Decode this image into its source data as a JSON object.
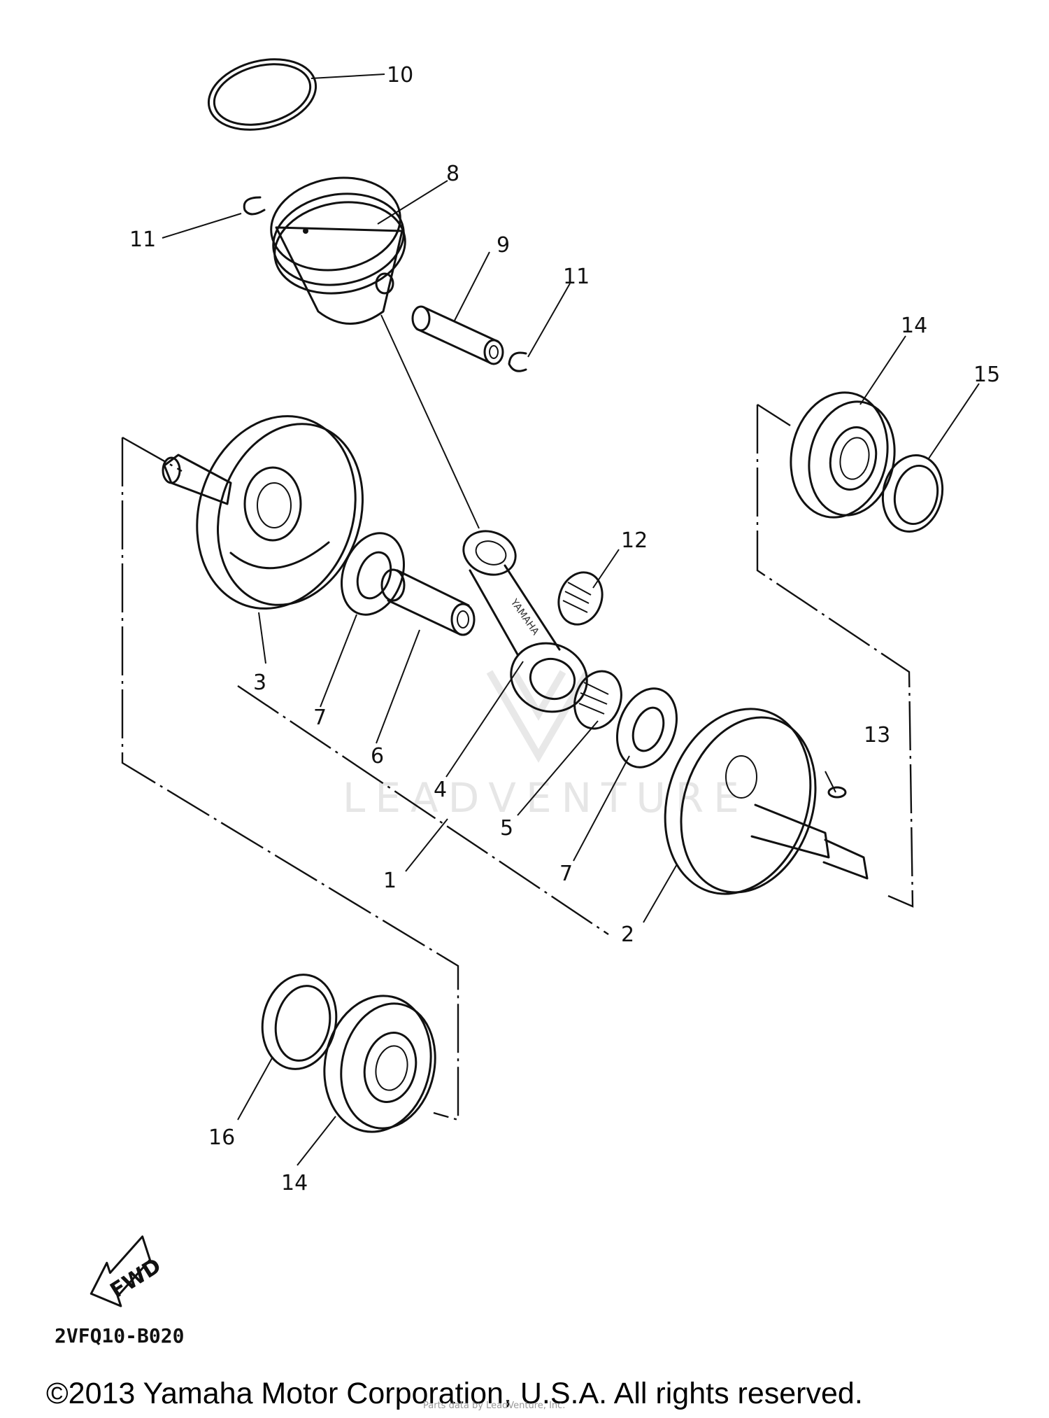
{
  "diagram": {
    "callouts": [
      {
        "id": "c10",
        "label": "10"
      },
      {
        "id": "c8",
        "label": "8"
      },
      {
        "id": "c11a",
        "label": "11"
      },
      {
        "id": "c9",
        "label": "9"
      },
      {
        "id": "c11b",
        "label": "11"
      },
      {
        "id": "c14a",
        "label": "14"
      },
      {
        "id": "c15",
        "label": "15"
      },
      {
        "id": "c12",
        "label": "12"
      },
      {
        "id": "c3",
        "label": "3"
      },
      {
        "id": "c7a",
        "label": "7"
      },
      {
        "id": "c6",
        "label": "6"
      },
      {
        "id": "c4",
        "label": "4"
      },
      {
        "id": "c13",
        "label": "13"
      },
      {
        "id": "c5",
        "label": "5"
      },
      {
        "id": "c1",
        "label": "1"
      },
      {
        "id": "c7b",
        "label": "7"
      },
      {
        "id": "c2",
        "label": "2"
      },
      {
        "id": "c16",
        "label": "16"
      },
      {
        "id": "c14b",
        "label": "14"
      }
    ],
    "fwd_label": "FWD",
    "ref_code": "2VFQ10-B020",
    "watermark": "LEADVENTURE",
    "credit_text": "Parts data by LeadVenture, Inc.",
    "copyright": "©2013 Yamaha Motor Corporation, U.S.A. All rights reserved."
  }
}
